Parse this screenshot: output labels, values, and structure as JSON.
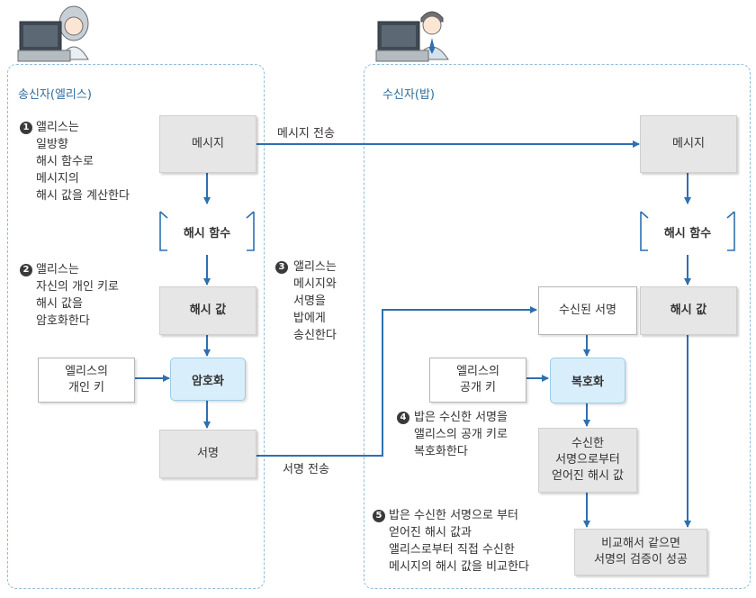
{
  "sender": {
    "title": "송신자(엘리스)",
    "message": "메시지",
    "hash_function": "해시 함수",
    "hash_value": "해시 값",
    "private_key": "엘리스의\n개인 키",
    "encrypt": "암호화",
    "signature": "서명"
  },
  "receiver": {
    "title": "수신자(밥)",
    "message": "메시지",
    "hash_function": "해시 함수",
    "hash_value": "해시 값",
    "received_signature": "수신된 서명",
    "public_key": "엘리스의\n공개 키",
    "decrypt": "복호화",
    "derived_hash": "수신한\n서명으로부터\n얻어진 해시 값",
    "result": "비교해서 같으면\n서명의 검증이 성공"
  },
  "edges": {
    "message_transfer": "메시지 전송",
    "signature_transfer": "서명 전송"
  },
  "steps": [
    {
      "num": "1",
      "text": "앨리스는\n일방향\n해시 함수로\n메시지의\n해시 값을 계산한다"
    },
    {
      "num": "2",
      "text": "앨리스는\n자신의 개인 키로\n해시 값을\n암호화한다"
    },
    {
      "num": "3",
      "text": "앨리스는\n메시지와\n서명을\n밥에게\n송신한다"
    },
    {
      "num": "4",
      "text": "밥은 수신한 서명을\n앨리스의 공개 키로\n복호화한다"
    },
    {
      "num": "5",
      "text": "밥은 수신한 서명으로 부터\n얻어진 해시 값과\n앨리스로부터 직접 수신한\n메시지의 해시 값을 비교한다"
    }
  ],
  "colors": {
    "arrow": "#2e6fb0",
    "panel_border": "#8fbcd8",
    "process_fill": "#d9eefb",
    "data_fill": "#e6e6e6"
  },
  "icons": [
    "sender-person-at-computer-icon",
    "receiver-person-at-computer-icon"
  ]
}
